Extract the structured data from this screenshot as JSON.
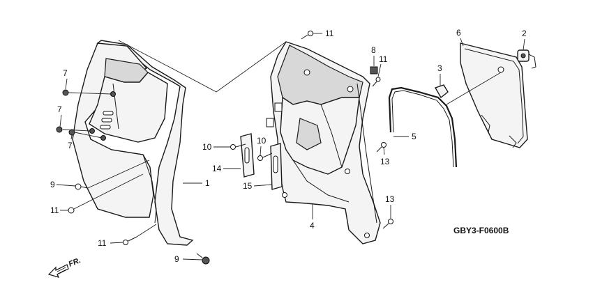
{
  "diagram": {
    "code": "GBY3-F0600B",
    "direction_label": "FR.",
    "callouts": [
      {
        "id": "c1",
        "label": "1"
      },
      {
        "id": "c2",
        "label": "2"
      },
      {
        "id": "c3",
        "label": "3"
      },
      {
        "id": "c4",
        "label": "4"
      },
      {
        "id": "c5",
        "label": "5"
      },
      {
        "id": "c6",
        "label": "6"
      },
      {
        "id": "c7a",
        "label": "7"
      },
      {
        "id": "c7b",
        "label": "7"
      },
      {
        "id": "c7c",
        "label": "7"
      },
      {
        "id": "c8",
        "label": "8"
      },
      {
        "id": "c9a",
        "label": "9"
      },
      {
        "id": "c9b",
        "label": "9"
      },
      {
        "id": "c10a",
        "label": "10"
      },
      {
        "id": "c10b",
        "label": "10"
      },
      {
        "id": "c11a",
        "label": "11"
      },
      {
        "id": "c11b",
        "label": "11"
      },
      {
        "id": "c11c",
        "label": "11"
      },
      {
        "id": "c11d",
        "label": "11"
      },
      {
        "id": "c13a",
        "label": "13"
      },
      {
        "id": "c13b",
        "label": "13"
      },
      {
        "id": "c14",
        "label": "14"
      },
      {
        "id": "c15",
        "label": "15"
      }
    ]
  }
}
